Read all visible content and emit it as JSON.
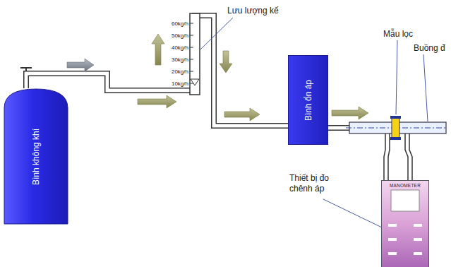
{
  "diagram": {
    "nodes": [
      {
        "text": [
          "Bình không khí"
        ]
      },
      {
        "text": [
          "Bình ổn áp"
        ]
      },
      {
        "text": [
          "MANOMETER"
        ]
      }
    ],
    "edges": [
      {
        "from": 0,
        "to": 1,
        "arrow": "none"
      }
    ],
    "labels": [
      "Lưu lượng kế",
      "60kg/h",
      "50kg/h",
      "40kg/h",
      "30kg/h",
      "20kg/h",
      "10kg/h",
      "Mẫu lọc",
      "Buồng đ",
      "Thiết bị đo chênh áp"
    ]
  }
}
